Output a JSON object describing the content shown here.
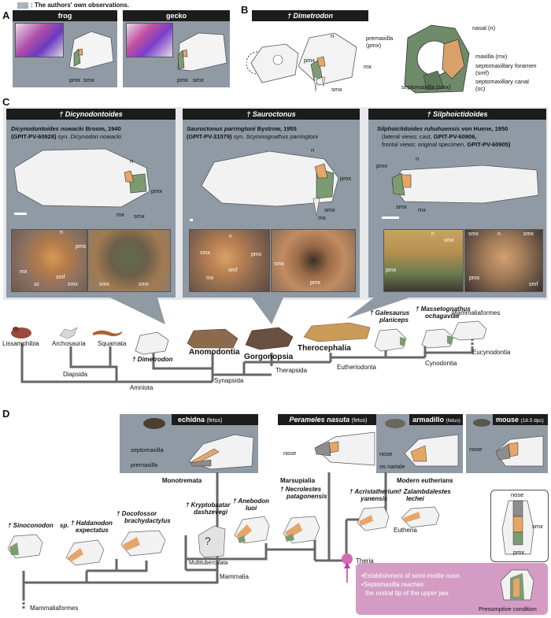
{
  "legend": {
    "text": ": The authors' own observations.",
    "color": "#a8b3bd"
  },
  "panel_letters": [
    "A",
    "B",
    "C",
    "D"
  ],
  "panelA": {
    "frog": {
      "title": "frog",
      "labels": [
        "pmx",
        "smx"
      ]
    },
    "gecko": {
      "title": "gecko",
      "labels": [
        "pmx",
        "smx"
      ]
    }
  },
  "panelB": {
    "title": "† Dimetrodon",
    "labels_left": [
      "n",
      "premaxilla",
      "(pmx)",
      "pmx",
      "mx",
      "smx"
    ],
    "labels_right": [
      "nasal (n)",
      "maxilla (mx)",
      "septomaxillary foramen",
      "(smf)",
      "septomaxilla (smx)",
      "septomaxillary canal",
      "(sc)"
    ]
  },
  "panelC": {
    "dicyno": {
      "title": "† Dicynodontoides",
      "species": "Dicynodontoides nowacki",
      "author": "Broom, 1940",
      "specimen": "(GPIT-PV-60928)",
      "syn_label": "syn.",
      "syn": "Dicynodon nowacki",
      "labels": [
        "n",
        "pmx",
        "mx",
        "smx"
      ],
      "photo_labels": [
        "n",
        "pmx",
        "mx",
        "sc",
        "smf",
        "smx",
        "smx",
        "smx"
      ]
    },
    "sauro": {
      "title": "† Sauroctonus",
      "species": "Sauroctonus parringtoni",
      "author": "Bystrow, 1955",
      "specimen": "(GPIT-PV-31579)",
      "syn_label": "syn.",
      "syn": "Scymnognathus parringtoni",
      "labels": [
        "n",
        "pmx",
        "smx",
        "mx"
      ],
      "photo_labels": [
        "n",
        "smx",
        "mx",
        "smf",
        "pmx",
        "smx",
        "pmx"
      ]
    },
    "silph": {
      "title": "† Silphoictidoides",
      "species": "Silphoictidoides ruhuhuensis",
      "author": "von Huene, 1950",
      "note1": "(lateral views: cast,",
      "note1b": "GPIT-PV-60906,",
      "note2": "frontal views: original specimen,",
      "note2b": "GPIT-PV-60905)",
      "labels": [
        "n",
        "pmx",
        "smx",
        "mx"
      ],
      "photo_labels": [
        "n",
        "smx",
        "pmx",
        "n",
        "smx",
        "smx",
        "pmx",
        "smf"
      ]
    }
  },
  "treeC": {
    "taxa": [
      "Lissamphibia",
      "Archosauria",
      "Squamata",
      "† Dimetrodon",
      "Anomodontia",
      "Gorgonopsia",
      "Therocephalia",
      "† Galesaurus",
      "planiceps",
      "† Massetognathus",
      "ochagaviae",
      "Mammaliaformes"
    ],
    "clades": [
      "Diapsida",
      "Amniota",
      "Synapsida",
      "Therapsida",
      "Eutheriodonta",
      "Cynodontia",
      "Eucynodontia"
    ]
  },
  "panelD": {
    "echidna": {
      "title": "echidna",
      "stage": "(fetus)",
      "labels": [
        "septomaxilla",
        "premaxilla"
      ]
    },
    "perameles": {
      "title": "Perameles nasuta",
      "stage": "(fetus)",
      "labels": [
        "nose"
      ]
    },
    "armadillo": {
      "title": "armadillo",
      "stage": "(fetus)",
      "labels": [
        "nose",
        "os nariale"
      ]
    },
    "mouse": {
      "title": "mouse",
      "stage": "(18.5 dpc)",
      "labels": [
        "nose"
      ]
    },
    "mouse_inset": [
      "nose",
      "smx",
      "pmx"
    ],
    "groups": [
      "Monotremata",
      "Marsupialia",
      "Modern eutherians"
    ],
    "taxa": [
      "† Sinoconodon",
      "sp.",
      "† Haldanodon",
      "expectatus",
      "† Docofossor",
      "brachydactylus",
      "† Kryptobaatar",
      "dashzevegi",
      "Multituberculata",
      "† Anebodon",
      "luoi",
      "† Necrolestes",
      "patagonensis",
      "† Acristatherium",
      "yanensis",
      "† Zalambdalestes",
      "lechei"
    ],
    "clades": [
      "Mammaliaformes",
      "Mammalia",
      "Theria",
      "Eutheria"
    ],
    "box": {
      "line1": "•Establishment of semi-motile nose.",
      "line2": "•Septomaxilla reaches",
      "line3": "the rostral tip of the upper jaw.",
      "caption": "Presumptive condition"
    }
  }
}
